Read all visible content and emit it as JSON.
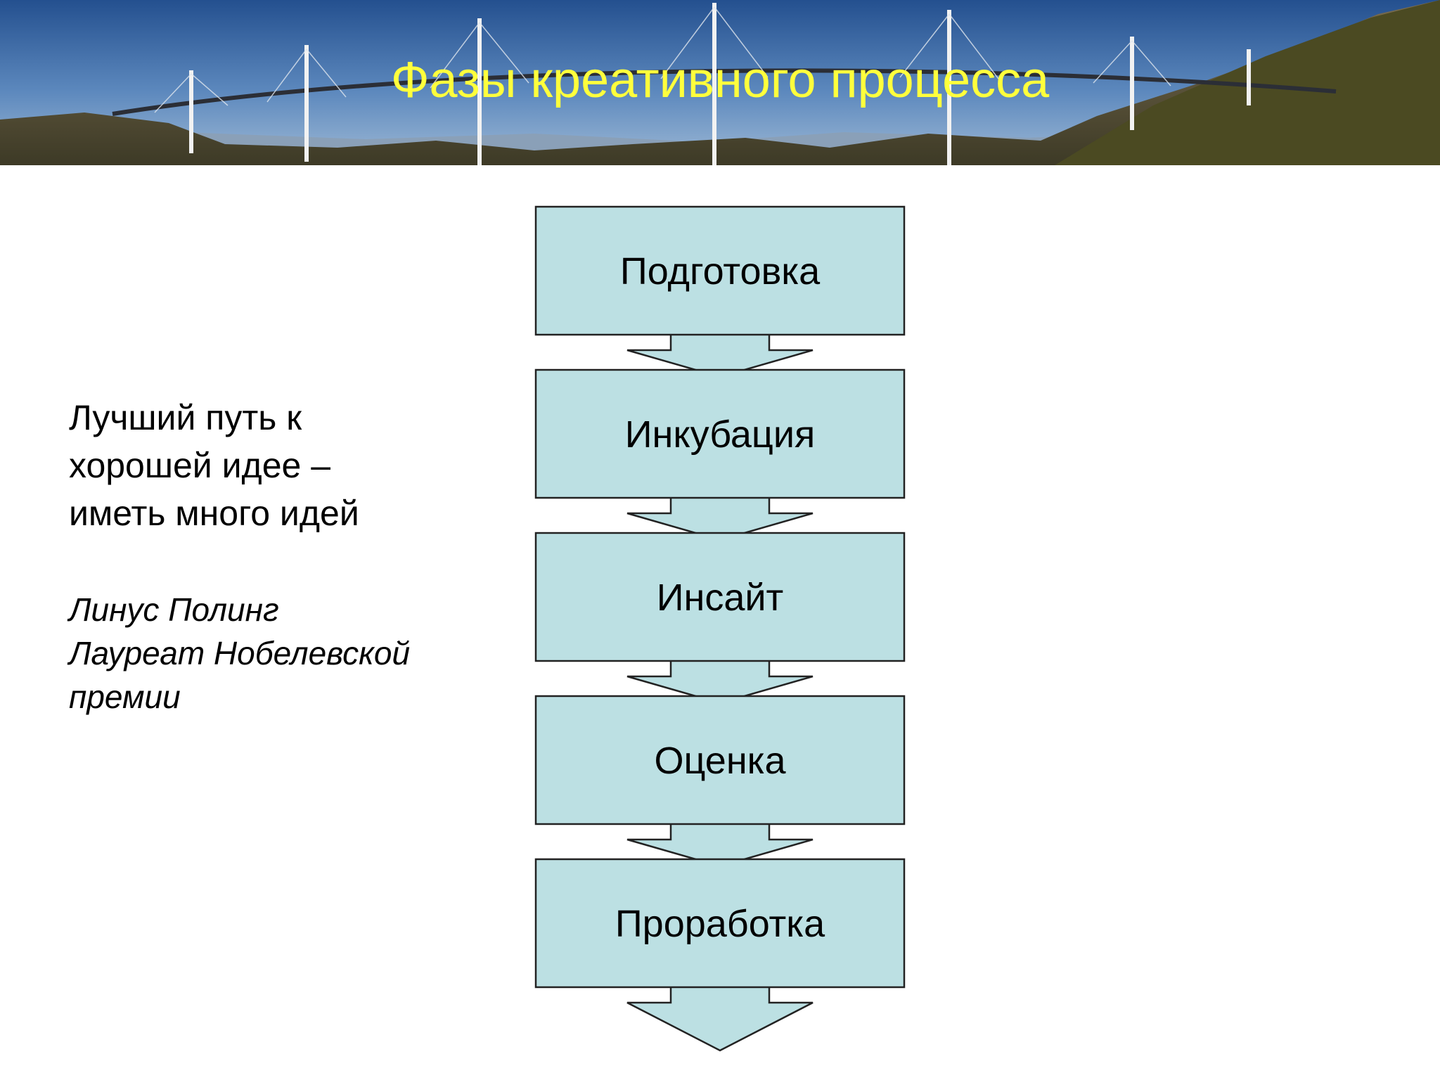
{
  "slide": {
    "title": "Фазы креативного процесса"
  },
  "quote": {
    "lines": [
      "Лучший путь к",
      "хорошей идее –",
      "иметь много идей"
    ],
    "author": "Линус Полинг",
    "author_title_lines": [
      "Лауреат Нобелевской",
      "премии"
    ]
  },
  "phases": [
    {
      "label": "Подготовка"
    },
    {
      "label": "Инкубация"
    },
    {
      "label": "Инсайт"
    },
    {
      "label": "Оценка"
    },
    {
      "label": "Проработка"
    }
  ],
  "colors": {
    "title": "#ffff3c",
    "box_fill": "#bce0e3",
    "box_stroke": "#222222",
    "text": "#000000"
  }
}
